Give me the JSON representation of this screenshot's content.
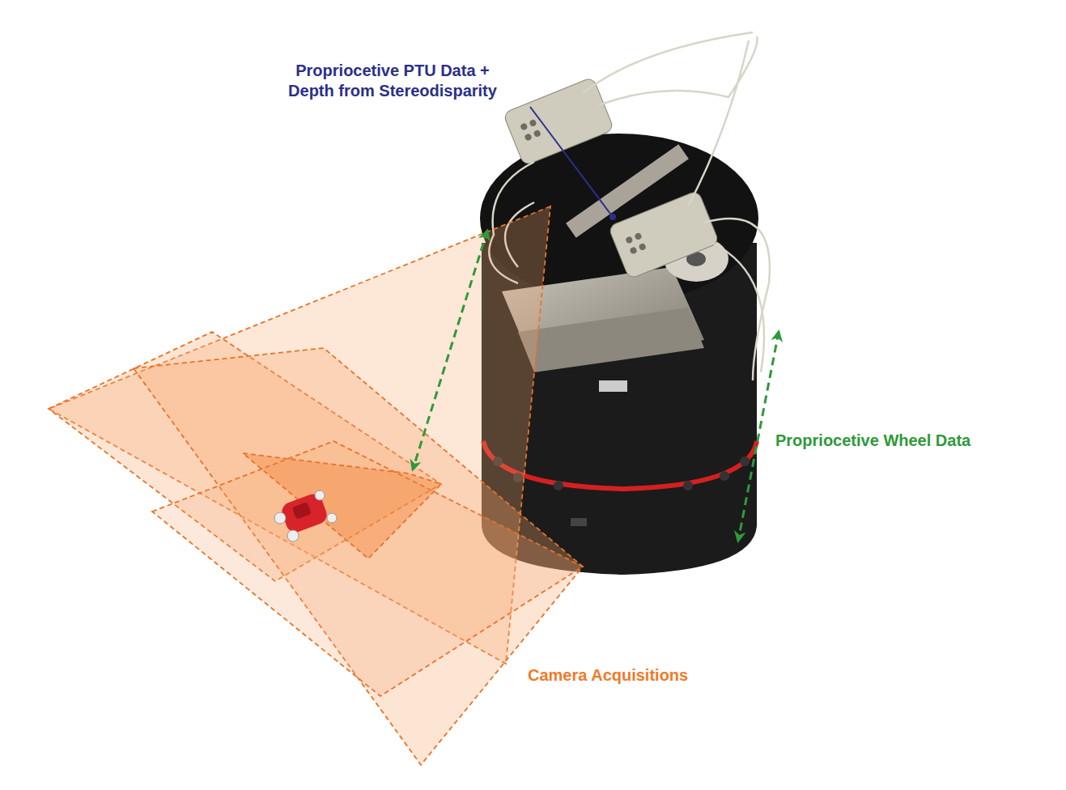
{
  "diagram": {
    "labels": [
      "Propriocetive PTU Data + Depth from Stereodisparity",
      "Propriocetive Wheel Data",
      "Camera Acquisitions"
    ]
  }
}
